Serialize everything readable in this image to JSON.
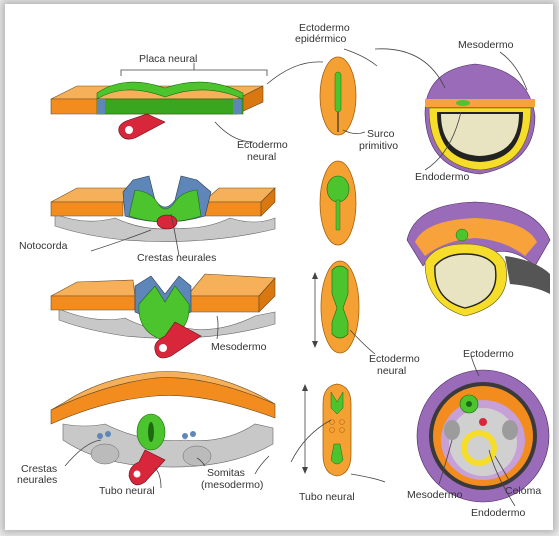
{
  "labels": {
    "placa_neural": "Placa neural",
    "ectodermo_epidermico_1": "Ectodermo",
    "ectodermo_epidermico_2": "epidérmico",
    "mesodermo_top": "Mesodermo",
    "ectodermo_neural_1a": "Ectodermo",
    "ectodermo_neural_1b": "neural",
    "surco_primitivo_1": "Surco",
    "surco_primitivo_2": "primitivo",
    "endodermo_top": "Endodermo",
    "notocorda": "Notocorda",
    "crestas_neurales_mid": "Crestas neurales",
    "mesodermo_mid": "Mesodermo",
    "ectodermo_neural_2a": "Ectodermo",
    "ectodermo_neural_2b": "neural",
    "ectodermo_right": "Ectodermo",
    "crestas_neurales_low_1": "Crestas",
    "crestas_neurales_low_2": "neurales",
    "tubo_neural_left": "Tubo neural",
    "somitas_1": "Somitas",
    "somitas_2": "(mesodermo)",
    "tubo_neural_mid": "Tubo neural",
    "mesodermo_low": "Mesodermo",
    "celoma": "Celoma",
    "endodermo_low": "Endodermo"
  },
  "colors": {
    "ectoderm": "#f7a23a",
    "neural": "#4cc42e",
    "crest": "#5e86b8",
    "notochord": "#d8263a",
    "mesoderm": "#a070c0",
    "endoderm": "#f5dd2a",
    "grey": "#c8c8c8"
  }
}
